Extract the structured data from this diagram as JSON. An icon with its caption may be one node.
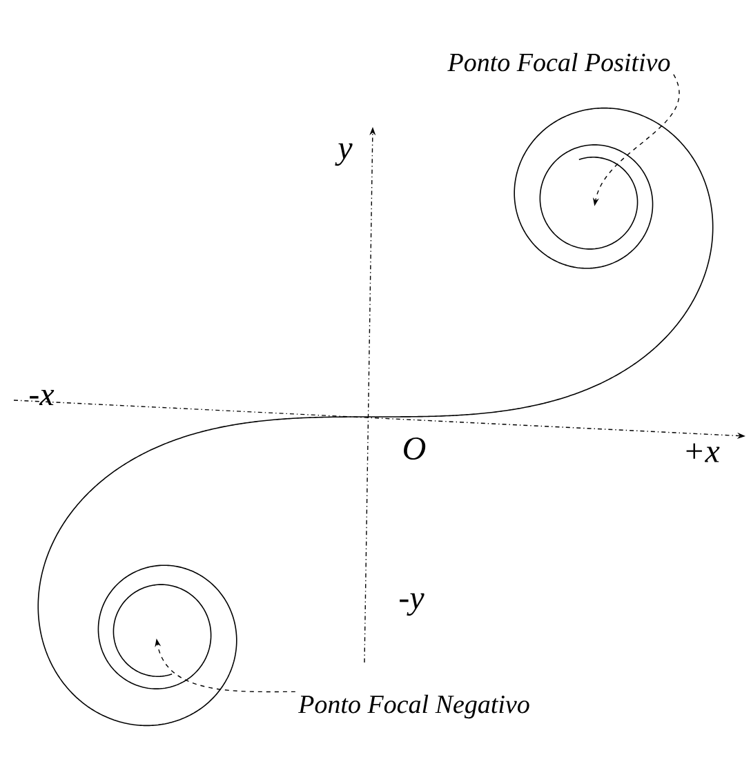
{
  "diagram": {
    "nodes": [
      {
        "text": [
          "Ponto Focal Positivo"
        ]
      },
      {
        "text": [
          "Ponto Focal Negativo"
        ]
      }
    ],
    "edges": [
      {
        "from": 0,
        "to": null,
        "arrow": "to",
        "style": "dashed"
      },
      {
        "from": 1,
        "to": null,
        "arrow": "to",
        "style": "dashed"
      }
    ],
    "labels": [
      "y",
      "-x",
      "O",
      "+x",
      "-y"
    ]
  }
}
